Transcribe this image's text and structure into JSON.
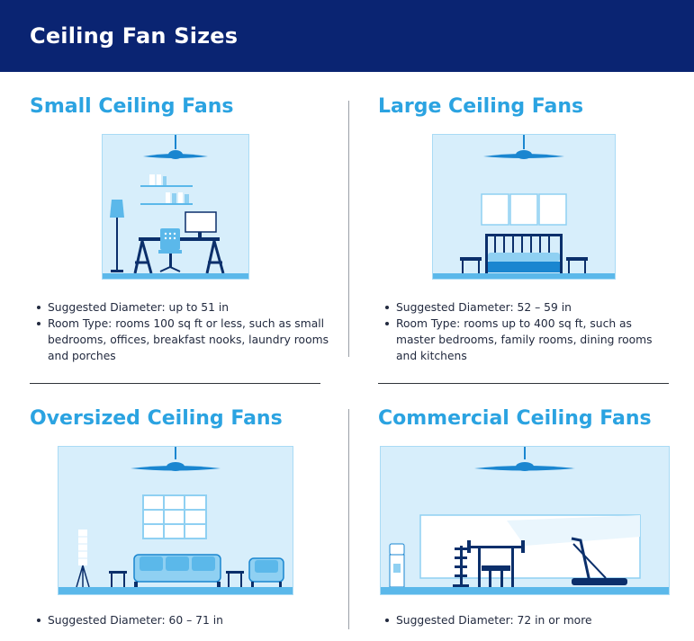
{
  "header": {
    "title": "Ceiling Fan Sizes"
  },
  "sections": [
    {
      "title": "Small Ceiling Fans",
      "bullets": [
        "Suggested Diameter: up to 51 in",
        "Room Type: rooms 100 sq ft or less, such as small bedrooms, offices, breakfast nooks, laundry rooms and porches"
      ]
    },
    {
      "title": "Large Ceiling Fans",
      "bullets": [
        "Suggested Diameter: 52 – 59 in",
        "Room Type: rooms up to 400 sq ft, such as master bedrooms, family rooms, dining rooms and kitchens"
      ]
    },
    {
      "title": "Oversized Ceiling Fans",
      "bullets": [
        "Suggested Diameter: 60 – 71 in"
      ]
    },
    {
      "title": "Commercial Ceiling Fans",
      "bullets": [
        "Suggested Diameter: 72 in or more"
      ]
    }
  ],
  "colors": {
    "header_bg": "#0a2472",
    "accent": "#2ba3e1",
    "illustration_bg": "#d7eefb",
    "illustration_dark": "#0b2f6b"
  },
  "icons": [
    "ceiling-fan-icon",
    "desk-icon",
    "bed-icon",
    "sofa-icon",
    "treadmill-icon"
  ]
}
